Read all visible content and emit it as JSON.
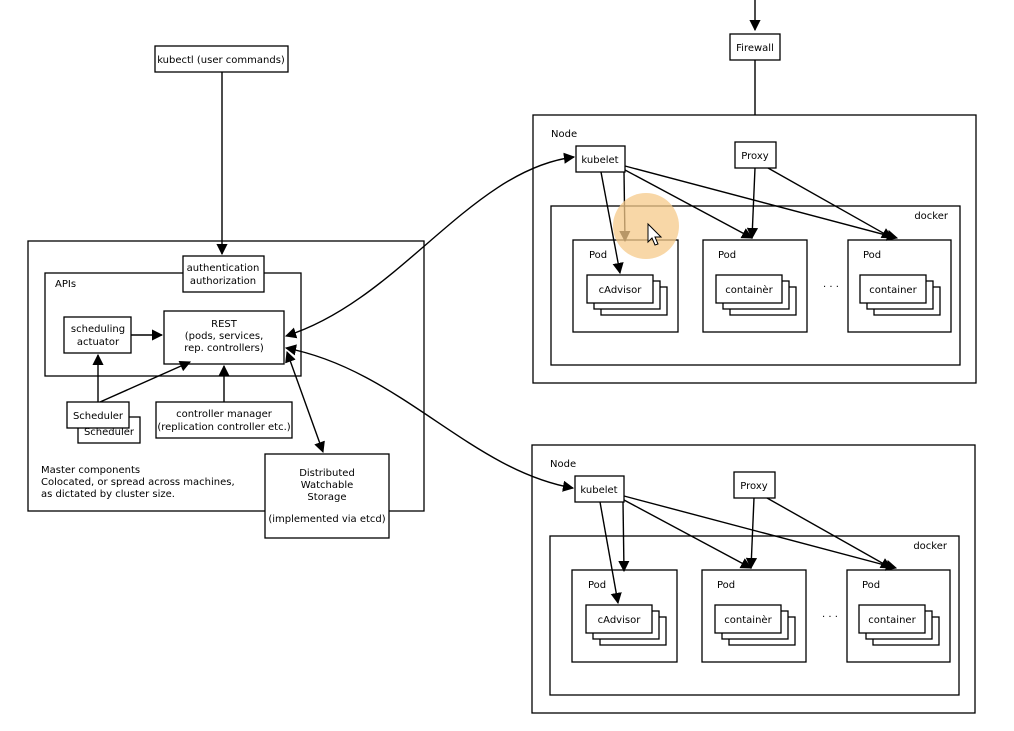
{
  "master": {
    "kubectl": "kubectl (user commands)",
    "auth_line1": "authentication",
    "auth_line2": "authorization",
    "apis": "APIs",
    "rest_line1": "REST",
    "rest_line2": "(pods, services,",
    "rest_line3": "rep. controllers)",
    "sched_act_line1": "scheduling",
    "sched_act_line2": "actuator",
    "scheduler": "Scheduler",
    "controller_line1": "controller manager",
    "controller_line2": "(replication controller etc.)",
    "storage_line1": "Distributed",
    "storage_line2": "Watchable",
    "storage_line3": "Storage",
    "storage_line4": "(implemented via etcd)",
    "caption_line1": "Master components",
    "caption_line2": "Colocated, or spread across machines,",
    "caption_line3": "as dictated by cluster size."
  },
  "firewall": "Firewall",
  "nodes": [
    {
      "label": "Node",
      "kubelet": "kubelet",
      "proxy": "Proxy",
      "docker": "docker",
      "pods": [
        {
          "label": "Pod",
          "inner": "cAdvisor"
        },
        {
          "label": "Pod",
          "inner": "containèr"
        },
        {
          "label": "Pod",
          "inner": "container"
        }
      ],
      "ellipsis": "· · ·"
    },
    {
      "label": "Node",
      "kubelet": "kubelet",
      "proxy": "Proxy",
      "docker": "docker",
      "pods": [
        {
          "label": "Pod",
          "inner": "cAdvisor"
        },
        {
          "label": "Pod",
          "inner": "containèr"
        },
        {
          "label": "Pod",
          "inner": "container"
        }
      ],
      "ellipsis": "· · ·"
    }
  ],
  "cursor": {
    "icon": "mouse-pointer-icon",
    "highlight_color": "#f5c98a"
  }
}
